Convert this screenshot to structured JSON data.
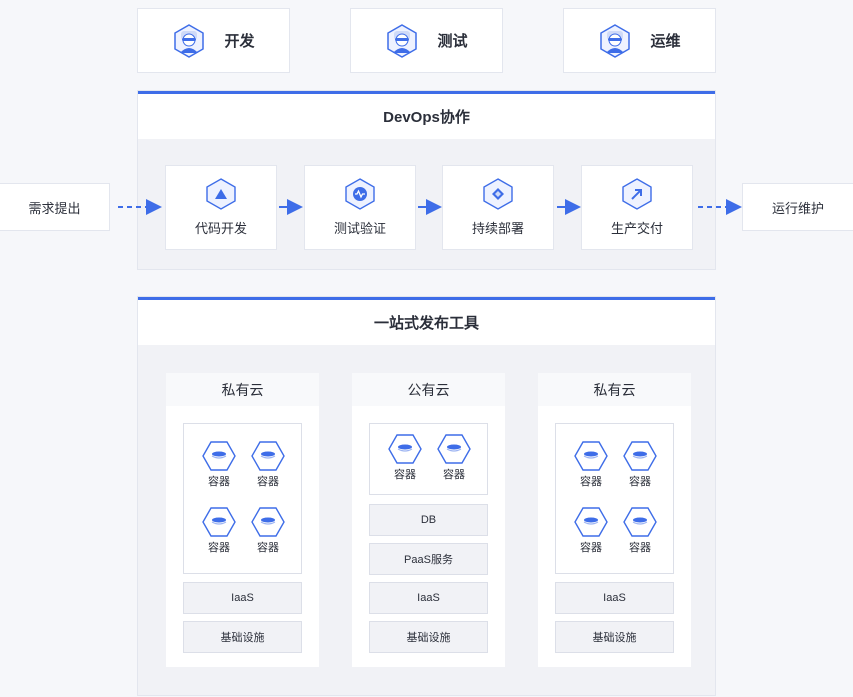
{
  "roles": [
    {
      "label": "开发",
      "icon": "developer-avatar-icon"
    },
    {
      "label": "测试",
      "icon": "tester-avatar-icon"
    },
    {
      "label": "运维",
      "icon": "ops-avatar-icon"
    }
  ],
  "devops": {
    "title": "DevOps协作",
    "input_label": "需求提出",
    "output_label": "运行维护",
    "steps": [
      {
        "label": "代码开发",
        "icon": "triangle-icon"
      },
      {
        "label": "测试验证",
        "icon": "wave-icon"
      },
      {
        "label": "持续部署",
        "icon": "diamond-icon"
      },
      {
        "label": "生产交付",
        "icon": "arrow-up-right-icon"
      }
    ]
  },
  "release": {
    "title": "一站式发布工具",
    "columns": [
      {
        "title": "私有云",
        "containers": [
          "容器",
          "容器",
          "容器",
          "容器"
        ],
        "layers": [
          "IaaS",
          "基础设施"
        ]
      },
      {
        "title": "公有云",
        "containers": [
          "容器",
          "容器"
        ],
        "layers": [
          "DB",
          "PaaS服务",
          "IaaS",
          "基础设施"
        ]
      },
      {
        "title": "私有云",
        "containers": [
          "容器",
          "容器",
          "容器",
          "容器"
        ],
        "layers": [
          "IaaS",
          "基础设施"
        ]
      }
    ]
  },
  "colors": {
    "accent": "#3e6de8",
    "panel": "#f1f2f6",
    "border": "#e3e6ee"
  }
}
